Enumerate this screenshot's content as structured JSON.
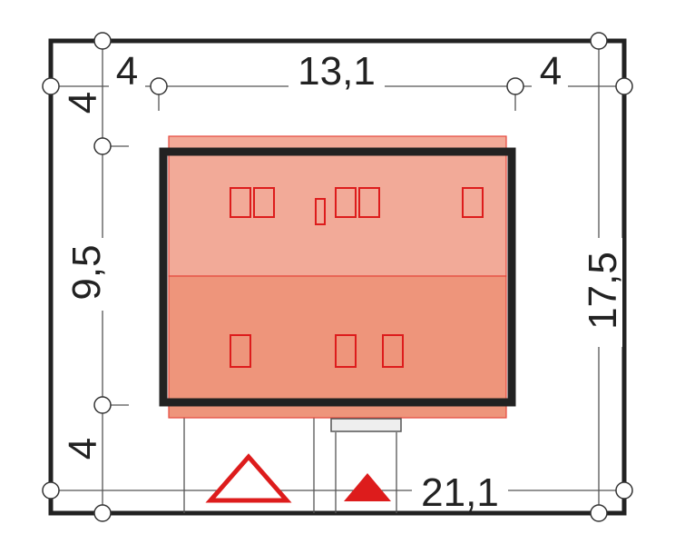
{
  "dimensions": {
    "top_left_setback": "4",
    "top_width": "13,1",
    "top_right_setback": "4",
    "left_top_setback": "4",
    "left_depth": "9,5",
    "left_bottom_setback": "4",
    "right_total_depth": "17,5",
    "bottom_total_width": "21,1"
  },
  "colors": {
    "plot_outline": "#222222",
    "building_outline": "#222222",
    "roof_back": "#f2aa98",
    "roof_front": "#ee957b",
    "roof_frame": "#f28c84",
    "window_stroke": "#dd1c1c",
    "entrance_fill": "#dd1c1c",
    "dimension_line": "#555555",
    "marker_fill": "#ffffff",
    "marker_stroke": "#333333",
    "porch_fill": "#eeeeee"
  },
  "icons": {
    "north_marker": "hollow-triangle-icon",
    "entrance_marker": "solid-triangle-icon"
  }
}
